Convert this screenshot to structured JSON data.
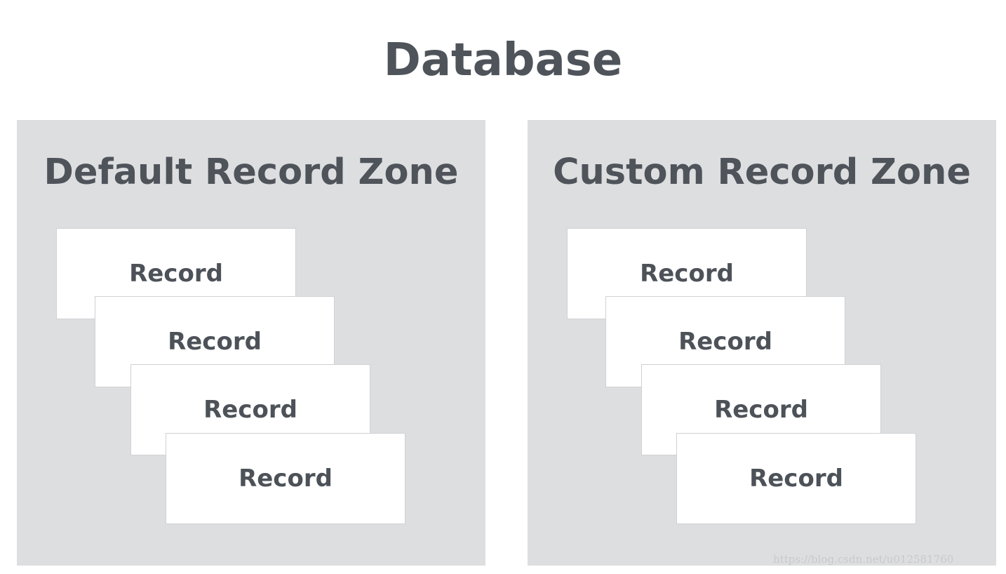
{
  "diagram": {
    "title": "Database",
    "zones": [
      {
        "title": "Default Record Zone",
        "records": [
          "Record",
          "Record",
          "Record",
          "Record"
        ]
      },
      {
        "title": "Custom Record Zone",
        "records": [
          "Record",
          "Record",
          "Record",
          "Record"
        ]
      }
    ],
    "watermark": "https://blog.csdn.net/u012581760"
  },
  "colors": {
    "background": "#ffffff",
    "zone_fill": "#dddee0",
    "record_fill": "#ffffff",
    "text": "#4f545b"
  }
}
